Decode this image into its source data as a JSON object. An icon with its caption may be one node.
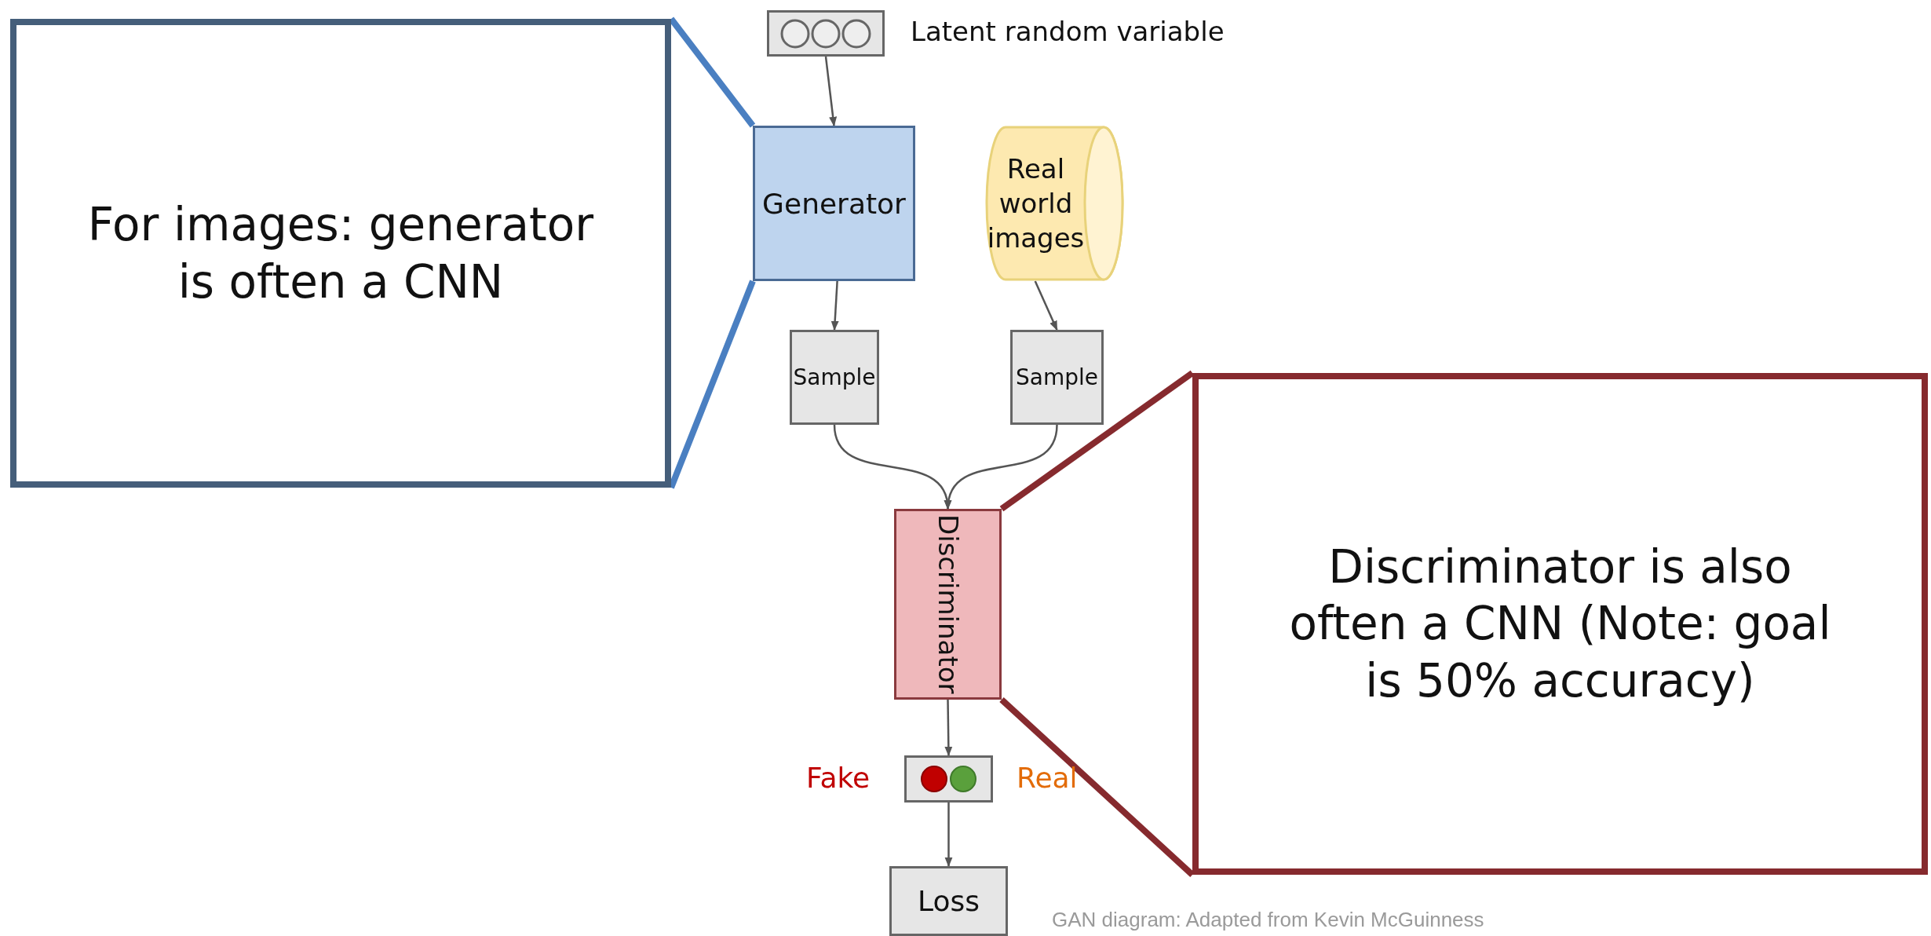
{
  "diagram": {
    "caption": "GAN diagram: Adapted from Kevin McGuinness",
    "nodes": [
      {
        "text": [],
        "shape": "box",
        "beside": [
          "Latent random variable"
        ]
      },
      {
        "text": [
          "Generator"
        ]
      },
      {
        "text": [
          "Real world images"
        ]
      },
      {
        "text": [
          "Sample"
        ]
      },
      {
        "text": [
          "Sample"
        ]
      },
      {
        "text": [
          "Discriminator"
        ]
      },
      {
        "text": [],
        "shape": "box",
        "beside": [
          "Fake",
          "Real"
        ]
      },
      {
        "text": [
          "Loss"
        ]
      },
      {
        "text": [
          "For images: generator is often a CNN"
        ]
      },
      {
        "text": [
          "Discriminator is also often a CNN (Note: goal is 50% accuracy)"
        ]
      }
    ],
    "edges": [
      {
        "from": 0,
        "to": 1,
        "arrow": "to"
      },
      {
        "from": 1,
        "to": 3,
        "arrow": "to"
      },
      {
        "from": 2,
        "to": 4,
        "arrow": "to"
      },
      {
        "from": 3,
        "to": 5,
        "arrow": "to"
      },
      {
        "from": 4,
        "to": 5,
        "arrow": "to"
      },
      {
        "from": 5,
        "to": 6,
        "arrow": "to"
      },
      {
        "from": 6,
        "to": 7,
        "arrow": "to"
      },
      {
        "from": 8,
        "to": 1,
        "arrow": "none",
        "style": "thick",
        "color": "#4a7fc1"
      },
      {
        "from": 8,
        "to": 1,
        "arrow": "none",
        "style": "thick",
        "color": "#4a7fc1"
      },
      {
        "from": 9,
        "to": 5,
        "arrow": "none",
        "style": "thick",
        "color": "#862a2e"
      },
      {
        "from": 9,
        "to": 5,
        "arrow": "none",
        "style": "thick",
        "color": "#862a2e"
      }
    ]
  }
}
